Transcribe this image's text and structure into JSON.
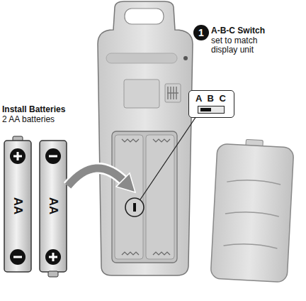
{
  "diagram": {
    "nodes": [
      {
        "text": [
          "A B C"
        ]
      }
    ],
    "labels": [
      "1",
      "A-B-C Switch",
      "set to match display unit",
      "Install Batteries",
      "2 AA batteries",
      "AA",
      "AA"
    ]
  }
}
